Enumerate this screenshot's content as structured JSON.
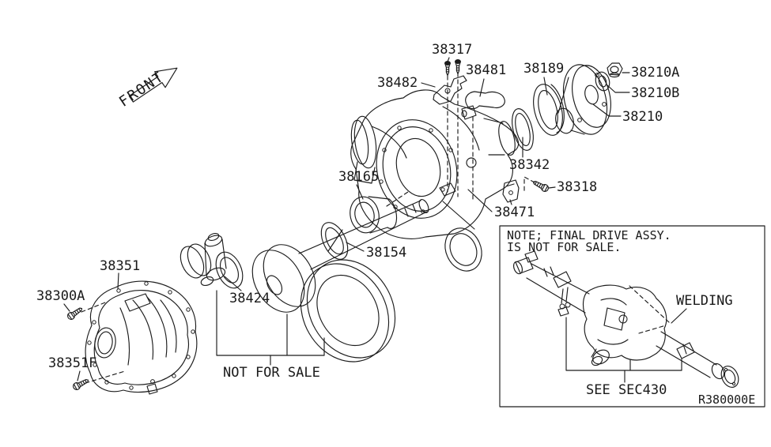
{
  "drawing_ref": "R380000E",
  "orientation_label": "FRONT",
  "callouts": {
    "c38317": "38317",
    "c38482": "38482",
    "c38481": "38481",
    "c38189": "38189",
    "c38210A": "38210A",
    "c38210B": "38210B",
    "c38210": "38210",
    "c38342": "38342",
    "c38318": "38318",
    "c38471": "38471",
    "c38165": "38165",
    "c38154": "38154",
    "c38351": "38351",
    "c38300A": "38300A",
    "c38424": "38424",
    "c38351F": "38351F"
  },
  "annotations": {
    "not_for_sale": "NOT FOR SALE",
    "note_line1": "NOTE; FINAL DRIVE ASSY.",
    "note_line2": "IS NOT FOR SALE.",
    "welding": "WELDING",
    "see_sec": "SEE SEC430"
  },
  "colors": {
    "ink": "#1c1c1c",
    "background": "#ffffff"
  }
}
